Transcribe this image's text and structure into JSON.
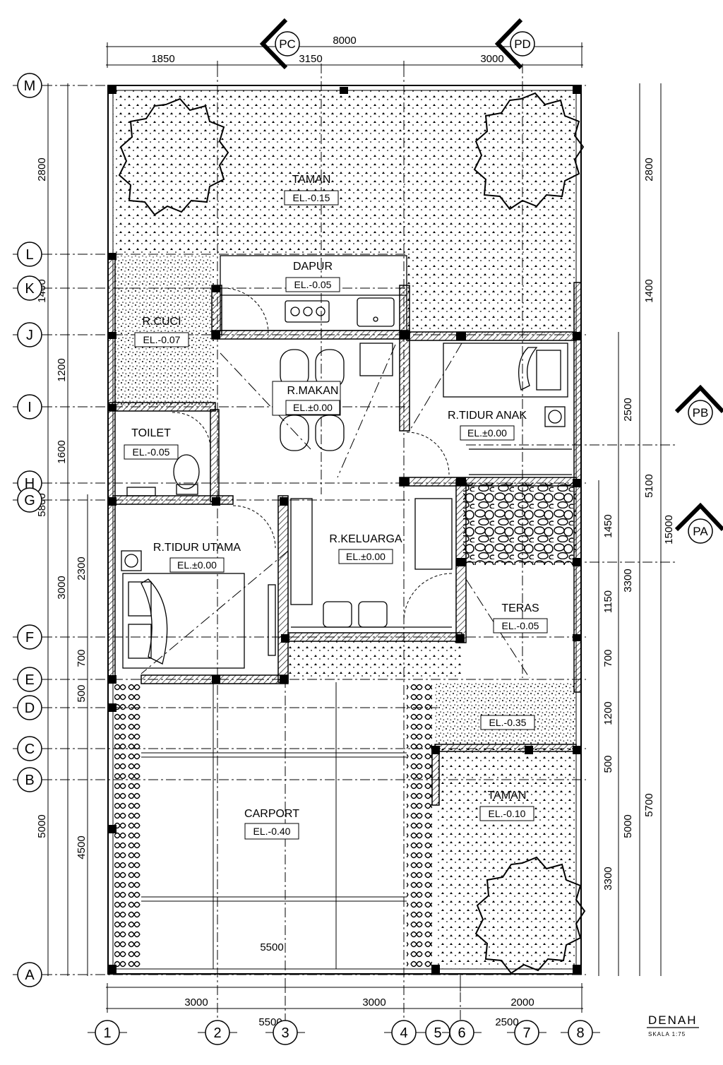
{
  "title": {
    "main": "DENAH",
    "scale": "SKALA 1:75"
  },
  "rooms": {
    "taman_top": {
      "name": "TAMAN",
      "elev": "EL.-0.15"
    },
    "dapur": {
      "name": "DAPUR",
      "elev": "EL.-0.05"
    },
    "rcuci": {
      "name": "R.CUCI",
      "elev": "EL.-0.07"
    },
    "rmakan": {
      "name": "R.MAKAN",
      "elev": "EL.±0.00"
    },
    "tidur_anak": {
      "name": "R.TIDUR ANAK",
      "elev": "EL.±0.00"
    },
    "toilet": {
      "name": "TOILET",
      "elev": "EL.-0.05"
    },
    "tidur_utama": {
      "name": "R.TIDUR UTAMA",
      "elev": "EL.±0.00"
    },
    "keluarga": {
      "name": "R.KELUARGA",
      "elev": "EL.±0.00"
    },
    "teras": {
      "name": "TERAS",
      "elev": "EL.-0.05"
    },
    "step": {
      "elev": "EL.-0.35"
    },
    "carport": {
      "name": "CARPORT",
      "elev": "EL.-0.40"
    },
    "taman_bottom": {
      "name": "TAMAN",
      "elev": "EL.-0.10"
    }
  },
  "grid_rows": [
    "M",
    "L",
    "K",
    "J",
    "I",
    "H",
    "G",
    "F",
    "E",
    "D",
    "C",
    "B",
    "A"
  ],
  "grid_cols": [
    "1",
    "2",
    "3",
    "4",
    "5",
    "6",
    "7",
    "8"
  ],
  "sections": [
    "PC",
    "PD",
    "PB",
    "PA"
  ],
  "dims": {
    "top_total": "8000",
    "top_1": "1850",
    "top_2": "3150",
    "top_3": "3000",
    "bottom_1": "3000",
    "bottom_2": "3000",
    "bottom_3": "2000",
    "bottom_4": "5500",
    "bottom_5": "2500",
    "carport_width": "5500",
    "left_outer_1": "2800",
    "left_outer_2": "1400",
    "left_outer_3": "5800",
    "left_outer_4": "5000",
    "left_mid_1": "1200",
    "left_mid_2": "1600",
    "left_mid_3": "3000",
    "left_inner_1": "2300",
    "left_inner_2": "700",
    "left_inner_3": "500",
    "left_inner_4": "4500",
    "right_a_1": "2800",
    "right_a_2": "1400",
    "right_a_3": "5100",
    "right_a_4": "5700",
    "right_b_1": "15000",
    "right_c_1": "2500",
    "right_c_2": "3300",
    "right_c_3": "5000",
    "right_d_1": "1450",
    "right_d_2": "1150",
    "right_d_3": "700",
    "right_d_4": "1200",
    "right_d_5": "500",
    "right_d_6": "3300"
  },
  "colors": {
    "ink": "#000000",
    "paper": "#ffffff"
  }
}
